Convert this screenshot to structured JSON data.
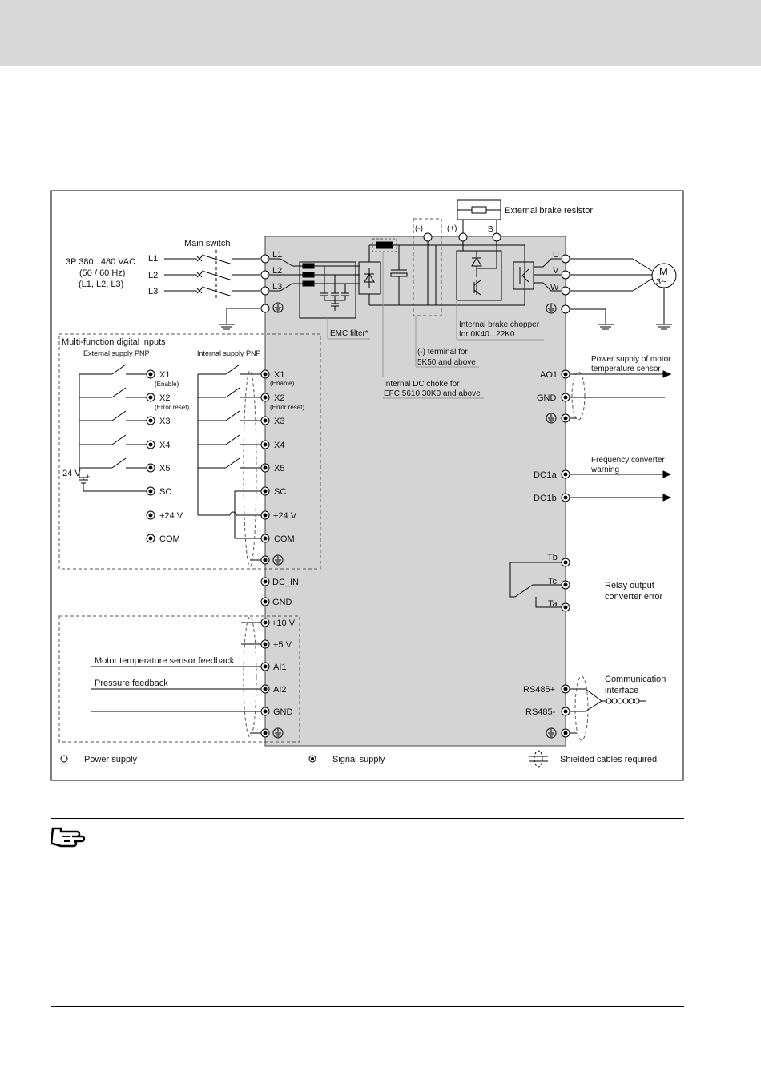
{
  "diagram": {
    "ext_brake_resistor": "External brake resistor",
    "main_switch": "Main switch",
    "supply_line1": "3P 380...480 VAC",
    "supply_line2": "(50 / 60 Hz)",
    "supply_line3": "(L1, L2, L3)",
    "term_minus": "(-)",
    "term_plus": "(+)",
    "term_b": "B",
    "in_l1": "L1",
    "in_l2": "L2",
    "in_l3": "L3",
    "term_l1": "L1",
    "term_l2": "L2",
    "term_l3": "L3",
    "out_u": "U",
    "out_v": "V",
    "out_w": "W",
    "motor_m": "M",
    "motor_3": "3~",
    "emc_filter": "EMC filter*",
    "dc_choke_line1": "Internal DC choke for",
    "dc_choke_line2": "EFC 5610 30K0 and above",
    "minus_term_line1": "(-) terminal for",
    "minus_term_line2": "5K50 and above",
    "chopper_line1": "Internal brake chopper",
    "chopper_line2": "for 0K40...22K0",
    "multi_inputs": "Multi-function digital inputs",
    "ext_pnp": "External supply PNP",
    "int_pnp": "Internal supply PNP",
    "ext_x1": "X1",
    "ext_x1_sub": "(Enable)",
    "ext_x2": "X2",
    "ext_x2_sub": "(Error reset)",
    "ext_x3": "X3",
    "ext_x4": "X4",
    "ext_x5": "X5",
    "ext_sc": "SC",
    "ext_24v": "+24 V",
    "ext_com": "COM",
    "v24": "24 V",
    "plus": "+",
    "minus": "-",
    "t_x1": "X1",
    "t_x1_sub": "(Enable)",
    "t_x2": "X2",
    "t_x2_sub": "(Error reset)",
    "t_x3": "X3",
    "t_x4": "X4",
    "t_x5": "X5",
    "t_sc": "SC",
    "t_24v": "+24 V",
    "t_com": "COM",
    "t_dcin": "DC_IN",
    "t_gnd1": "GND",
    "t_10v": "+10 V",
    "t_5v": "+5 V",
    "t_ai1": "AI1",
    "t_ai2": "AI2",
    "t_gnd2": "GND",
    "motor_temp_fb": "Motor temperature sensor feedback",
    "pressure_fb": "Pressure feedback",
    "ao1": "AO1",
    "gnd_r": "GND",
    "motor_supply_line1": "Power supply of motor",
    "motor_supply_line2": "temperature sensor",
    "freq_warn_line1": "Frequency converter",
    "freq_warn_line2": "warning",
    "do1a": "DO1a",
    "do1b": "DO1b",
    "tb": "Tb",
    "tc": "Tc",
    "ta": "Ta",
    "relay_line1": "Relay output",
    "relay_line2": "converter error",
    "rs485p": "RS485+",
    "rs485m": "RS485-",
    "comm_line1": "Communication",
    "comm_line2": "interface",
    "legend_power": "Power supply",
    "legend_signal": "Signal supply",
    "legend_shield": "Shielded cables required"
  }
}
